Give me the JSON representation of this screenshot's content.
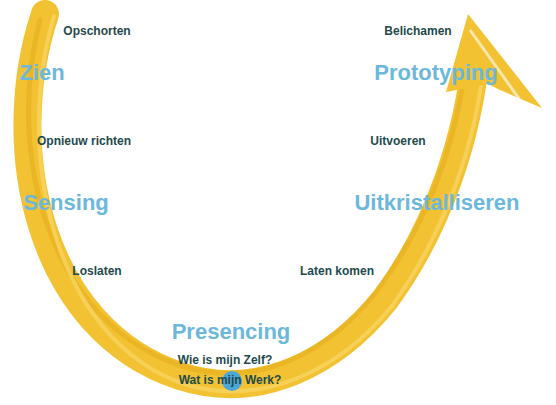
{
  "diagram": {
    "labels": [
      "Opschorten",
      "Zien",
      "Opnieuw richten",
      "Sensing",
      "Loslaten",
      "Presencing",
      "Wie is mijn Zelf?",
      "Wat is mijn Werk?",
      "Laten komen",
      "Uitkristalliseren",
      "Uitvoeren",
      "Prototyping",
      "Belichamen"
    ]
  }
}
